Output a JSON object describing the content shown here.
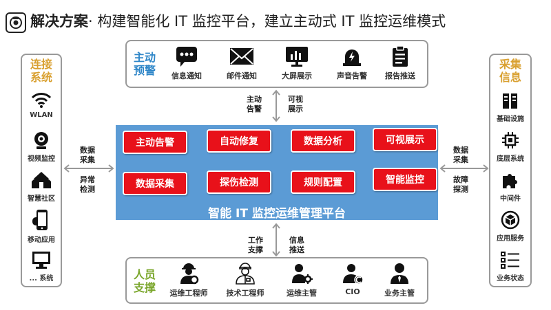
{
  "header": {
    "title_bold": "解决方案",
    "title_rest": "· 构建智能化 IT 监控平台，建立主动式 IT 监控运维模式"
  },
  "top_panel": {
    "tag_line1": "主动",
    "tag_line2": "预警",
    "items": [
      {
        "label": "信息通知",
        "icon": "chat-bubble-icon"
      },
      {
        "label": "邮件通知",
        "icon": "envelope-icon"
      },
      {
        "label": "大屏展示",
        "icon": "monitor-chart-icon"
      },
      {
        "label": "声音告警",
        "icon": "alarm-light-icon"
      },
      {
        "label": "报告推送",
        "icon": "clipboard-report-icon"
      }
    ]
  },
  "bottom_panel": {
    "tag_line1": "人员",
    "tag_line2": "支撑",
    "items": [
      {
        "label": "运维工程师",
        "icon": "ops-engineer-icon"
      },
      {
        "label": "技术工程师",
        "icon": "tech-engineer-icon"
      },
      {
        "label": "运维主管",
        "icon": "ops-manager-icon"
      },
      {
        "label": "CIO",
        "icon": "cio-icon"
      },
      {
        "label": "业务主管",
        "icon": "business-manager-icon"
      }
    ]
  },
  "left_panel": {
    "tag_line1": "连接",
    "tag_line2": "系统",
    "items": [
      {
        "label": "WLAN",
        "icon": "wifi-icon"
      },
      {
        "label": "视频监控",
        "icon": "webcam-icon"
      },
      {
        "label": "智慧社区",
        "icon": "community-houses-icon"
      },
      {
        "label": "移动应用",
        "icon": "mobile-phone-icon"
      },
      {
        "label": "... 系统",
        "icon": "desktop-monitor-icon"
      }
    ]
  },
  "right_panel": {
    "tag_line1": "采集",
    "tag_line2": "信息",
    "items": [
      {
        "label": "基础设施",
        "icon": "server-rack-icon"
      },
      {
        "label": "底层系统",
        "icon": "chip-icon"
      },
      {
        "label": "中间件",
        "icon": "puzzle-icon"
      },
      {
        "label": "应用服务",
        "icon": "cube-icon"
      },
      {
        "label": "业务状态",
        "icon": "list-icon"
      }
    ]
  },
  "platform": {
    "title": "智能 IT 监控运维管理平台",
    "buttons": [
      "主动告警",
      "自动修复",
      "数据分析",
      "可视展示",
      "数据采集",
      "探伤检测",
      "规则配置",
      "智能监控"
    ]
  },
  "arrows": {
    "top_left_1": "主动",
    "top_left_2": "告警",
    "top_right_1": "可视",
    "top_right_2": "展示",
    "bottom_left_1": "工作",
    "bottom_left_2": "支撑",
    "bottom_right_1": "信息",
    "bottom_right_2": "推送",
    "left_top_1": "数据",
    "left_top_2": "采集",
    "left_bottom_1": "异常",
    "left_bottom_2": "检测",
    "right_top_1": "数据",
    "right_top_2": "采集",
    "right_bottom_1": "故障",
    "right_bottom_2": "探测"
  },
  "colors": {
    "platform_bg": "#5b9bd5",
    "button_red": "#e8111a",
    "tag_blue": "#2e86c8",
    "tag_green": "#7aa62b",
    "tag_gold": "#d9a030"
  }
}
